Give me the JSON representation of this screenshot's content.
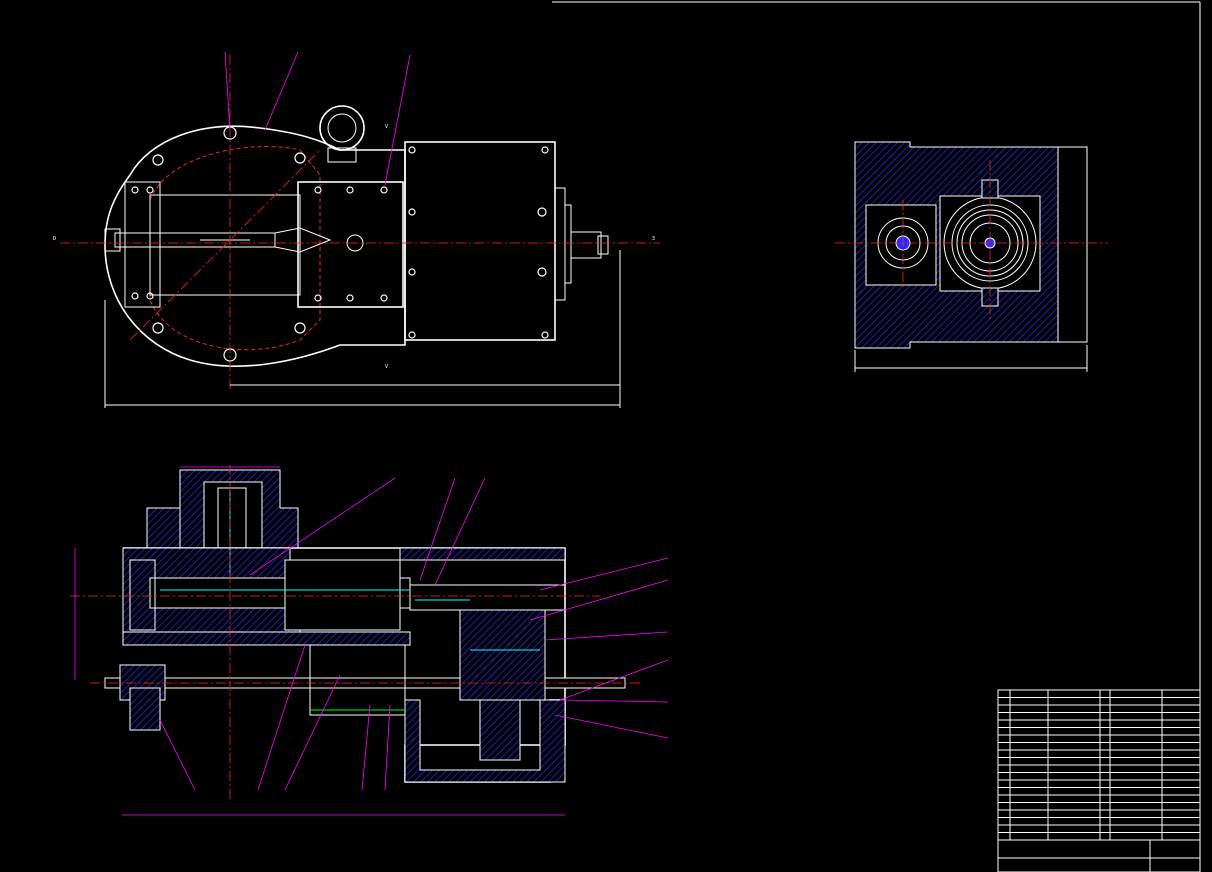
{
  "drawing": {
    "views": {
      "top_view": {
        "section_label_left": "D",
        "section_label_right": "3",
        "cut_marks": [
          "V",
          "V"
        ]
      },
      "side_view": {},
      "section_view": {}
    },
    "tech_notes": {
      "title": "",
      "lines": []
    },
    "title_block": {
      "rows": []
    },
    "colors": {
      "background": "#000000",
      "outline": "#ffffff",
      "center_line": "#ff2020",
      "leader": "#ff00ff",
      "hatch": "#2020ff",
      "gear": "#00ffff",
      "text_yellow": "#ffff00"
    }
  }
}
